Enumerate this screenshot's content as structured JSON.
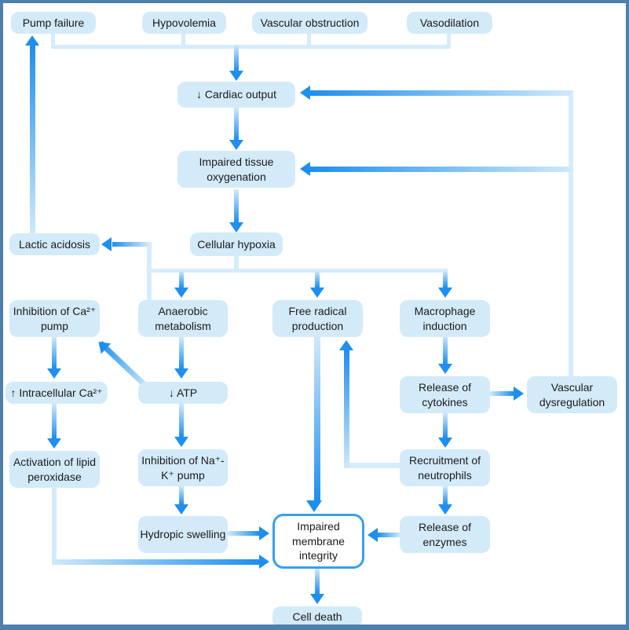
{
  "diagram": {
    "subject": "Pathogenesis of shock and cell death flowchart",
    "colors": {
      "node_fill": "#d3eaf9",
      "arrow_strong": "#1e8fee",
      "arrow_pale": "#d5ecfa",
      "frame": "#4e80ae",
      "membrane_node_border": "#38a1ea",
      "text": "#1b1b1b",
      "background": "#ffffff"
    },
    "nodes": {
      "pump_failure": {
        "label": "Pump failure"
      },
      "hypovolemia": {
        "label": "Hypovolemia"
      },
      "vascular_obstruction": {
        "label": "Vascular obstruction"
      },
      "vasodilation": {
        "label": "Vasodilation"
      },
      "cardiac_output": {
        "label": "↓ Cardiac output"
      },
      "impaired_tissue_oxygenation": {
        "label": "Impaired tissue oxygenation"
      },
      "cellular_hypoxia": {
        "label": "Cellular hypoxia"
      },
      "lactic_acidosis": {
        "label": "Lactic acidosis"
      },
      "inhibition_ca_pump": {
        "label": "Inhibition of Ca²⁺ pump"
      },
      "anaerobic_metabolism": {
        "label": "Anaerobic metabolism"
      },
      "free_radical_production": {
        "label": "Free radical production"
      },
      "macrophage_induction": {
        "label": "Macrophage induction"
      },
      "intracellular_ca": {
        "label": "↑ Intracellular Ca²⁺"
      },
      "atp": {
        "label": "↓ ATP"
      },
      "release_cytokines": {
        "label": "Release of cytokines"
      },
      "vascular_dysregulation": {
        "label": "Vascular dysregulation"
      },
      "activation_lipid_peroxidase": {
        "label": "Activation of lipid peroxidase"
      },
      "inhibition_na_k_pump": {
        "label": "Inhibition of Na⁺-K⁺ pump"
      },
      "recruitment_neutrophils": {
        "label": "Recruitment of neutrophils"
      },
      "hydropic_swelling": {
        "label": "Hydropic swelling"
      },
      "impaired_membrane_integrity": {
        "label": "Impaired membrane integrity"
      },
      "release_enzymes": {
        "label": "Release of enzymes"
      },
      "cell_death": {
        "label": "Cell death"
      }
    },
    "edges": [
      {
        "from": "pump_failure",
        "to": "cardiac_output"
      },
      {
        "from": "hypovolemia",
        "to": "cardiac_output"
      },
      {
        "from": "vascular_obstruction",
        "to": "cardiac_output"
      },
      {
        "from": "vasodilation",
        "to": "cardiac_output"
      },
      {
        "from": "cardiac_output",
        "to": "impaired_tissue_oxygenation"
      },
      {
        "from": "impaired_tissue_oxygenation",
        "to": "cellular_hypoxia"
      },
      {
        "from": "cellular_hypoxia",
        "to": "anaerobic_metabolism"
      },
      {
        "from": "cellular_hypoxia",
        "to": "free_radical_production"
      },
      {
        "from": "cellular_hypoxia",
        "to": "macrophage_induction"
      },
      {
        "from": "anaerobic_metabolism",
        "to": "lactic_acidosis"
      },
      {
        "from": "lactic_acidosis",
        "to": "pump_failure"
      },
      {
        "from": "inhibition_ca_pump",
        "to": "intracellular_ca"
      },
      {
        "from": "anaerobic_metabolism",
        "to": "atp"
      },
      {
        "from": "atp",
        "to": "inhibition_ca_pump"
      },
      {
        "from": "intracellular_ca",
        "to": "activation_lipid_peroxidase"
      },
      {
        "from": "atp",
        "to": "inhibition_na_k_pump"
      },
      {
        "from": "inhibition_na_k_pump",
        "to": "hydropic_swelling"
      },
      {
        "from": "hydropic_swelling",
        "to": "impaired_membrane_integrity"
      },
      {
        "from": "activation_lipid_peroxidase",
        "to": "impaired_membrane_integrity"
      },
      {
        "from": "free_radical_production",
        "to": "impaired_membrane_integrity"
      },
      {
        "from": "macrophage_induction",
        "to": "release_cytokines"
      },
      {
        "from": "release_cytokines",
        "to": "vascular_dysregulation"
      },
      {
        "from": "vascular_dysregulation",
        "to": "cardiac_output"
      },
      {
        "from": "vascular_dysregulation",
        "to": "impaired_tissue_oxygenation"
      },
      {
        "from": "release_cytokines",
        "to": "recruitment_neutrophils"
      },
      {
        "from": "recruitment_neutrophils",
        "to": "free_radical_production"
      },
      {
        "from": "recruitment_neutrophils",
        "to": "release_enzymes"
      },
      {
        "from": "release_enzymes",
        "to": "impaired_membrane_integrity"
      },
      {
        "from": "impaired_membrane_integrity",
        "to": "cell_death"
      }
    ]
  }
}
